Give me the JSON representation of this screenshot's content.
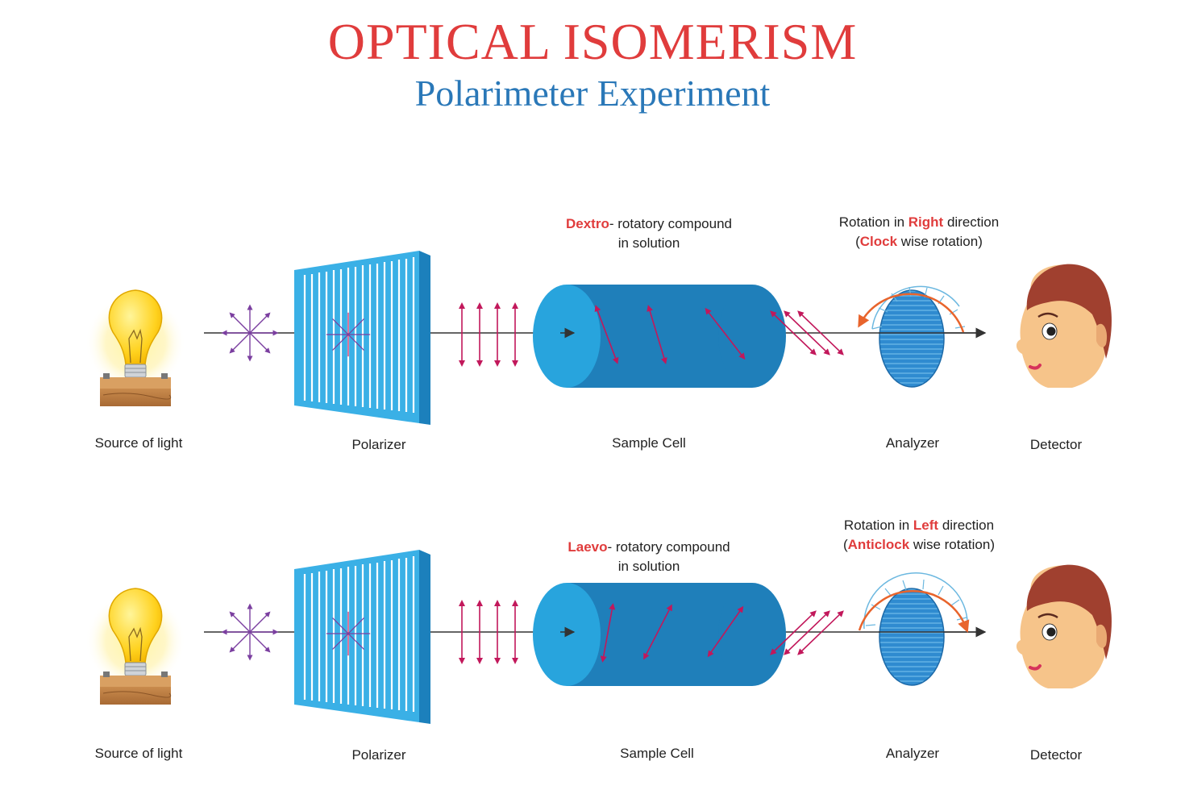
{
  "title": "OPTICAL ISOMERISM",
  "subtitle": "Polarimeter Experiment",
  "colors": {
    "title": "#e03c3c",
    "subtitle": "#2a78b8",
    "highlight": "#e03c3c",
    "cell": "#1f8fcf",
    "polarizer": "#3ab0e6",
    "vector": "#c2185b",
    "unpolarized": "#7b3fa0",
    "rotation_arrow": "#e8642c"
  },
  "setups": [
    {
      "compound_highlight": "Dextro",
      "compound_rest": "- rotatory compound",
      "compound_line2": "in solution",
      "rotation_prefix": "Rotation in ",
      "rotation_highlight": "Right",
      "rotation_suffix": " direction",
      "rotation2_open": "(",
      "rotation2_highlight": "Clock",
      "rotation2_rest": " wise rotation)",
      "labels": {
        "source": "Source of light",
        "polarizer": "Polarizer",
        "sample": "Sample Cell",
        "analyzer": "Analyzer",
        "detector": "Detector"
      }
    },
    {
      "compound_highlight": "Laevo",
      "compound_rest": "- rotatory compound",
      "compound_line2": "in solution",
      "rotation_prefix": "Rotation in ",
      "rotation_highlight": "Left",
      "rotation_suffix": " direction",
      "rotation2_open": "(",
      "rotation2_highlight": "Anticlock",
      "rotation2_rest": " wise rotation)",
      "labels": {
        "source": "Source of light",
        "polarizer": "Polarizer",
        "sample": "Sample Cell",
        "analyzer": "Analyzer",
        "detector": "Detector"
      }
    }
  ]
}
